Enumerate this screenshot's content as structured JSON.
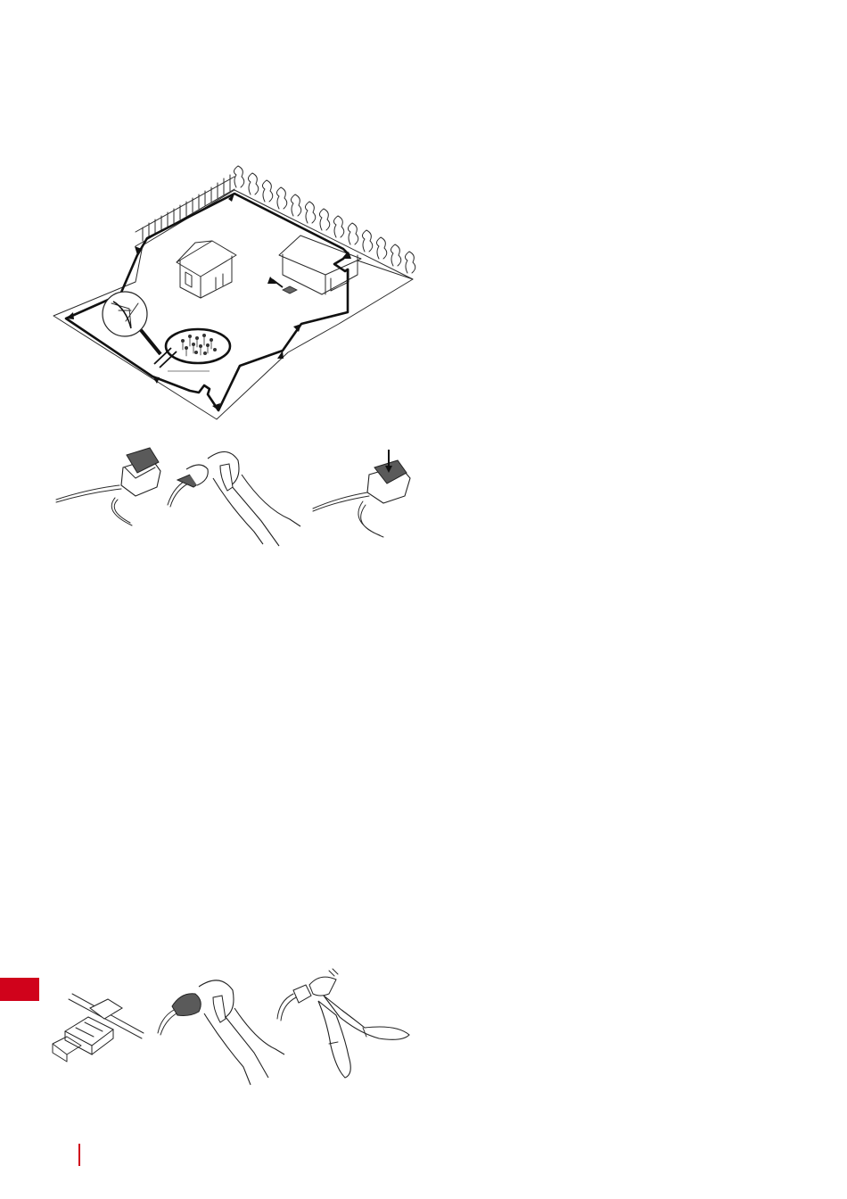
{
  "page": {
    "accent_color": "#d0021b",
    "text_color": "#2a2a2a"
  },
  "figures": {
    "garden_layout": {
      "icon": "garden-boundary-wire-illustration"
    },
    "connector_row_1": [
      {
        "icon": "connector-with-wires-icon"
      },
      {
        "icon": "pliers-pressing-connector-icon"
      },
      {
        "icon": "connector-press-arrow-icon"
      }
    ],
    "connector_row_2": [
      {
        "icon": "coupler-clip-icon"
      },
      {
        "icon": "pliers-pressing-coupler-icon"
      },
      {
        "icon": "side-cutter-pliers-icon"
      }
    ]
  },
  "markers": {
    "side_tab": "red-side-tab",
    "page_rule": "page-number-rule"
  }
}
